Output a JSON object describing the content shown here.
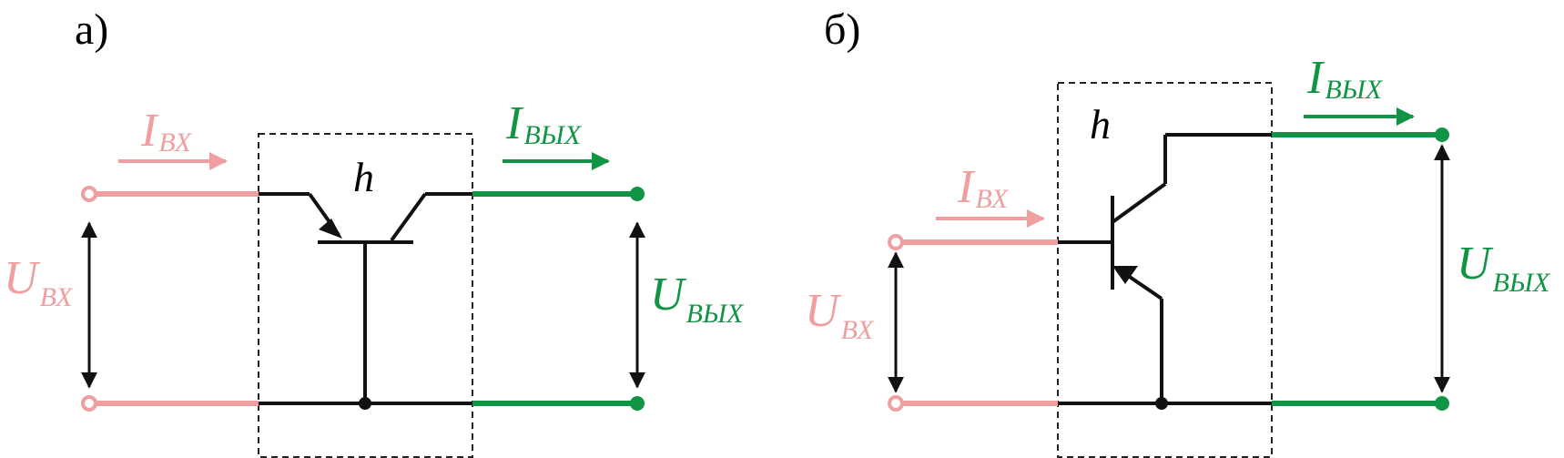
{
  "colors": {
    "input": "#ef9fa0",
    "output": "#119444",
    "wire": "#111111",
    "box": "#222222"
  },
  "diagram_a": {
    "panel_label": "а)",
    "transistor_label": "h",
    "input_current": {
      "main": "I",
      "sub": "ВХ"
    },
    "output_current": {
      "main": "I",
      "sub": "ВЫХ"
    },
    "input_voltage": {
      "main": "U",
      "sub": "ВХ"
    },
    "output_voltage": {
      "main": "U",
      "sub": "ВЫХ"
    }
  },
  "diagram_b": {
    "panel_label": "б)",
    "transistor_label": "h",
    "input_current": {
      "main": "I",
      "sub": "ВХ"
    },
    "output_current": {
      "main": "I",
      "sub": "ВЫХ"
    },
    "input_voltage": {
      "main": "U",
      "sub": "ВХ"
    },
    "output_voltage": {
      "main": "U",
      "sub": "ВЫХ"
    }
  }
}
